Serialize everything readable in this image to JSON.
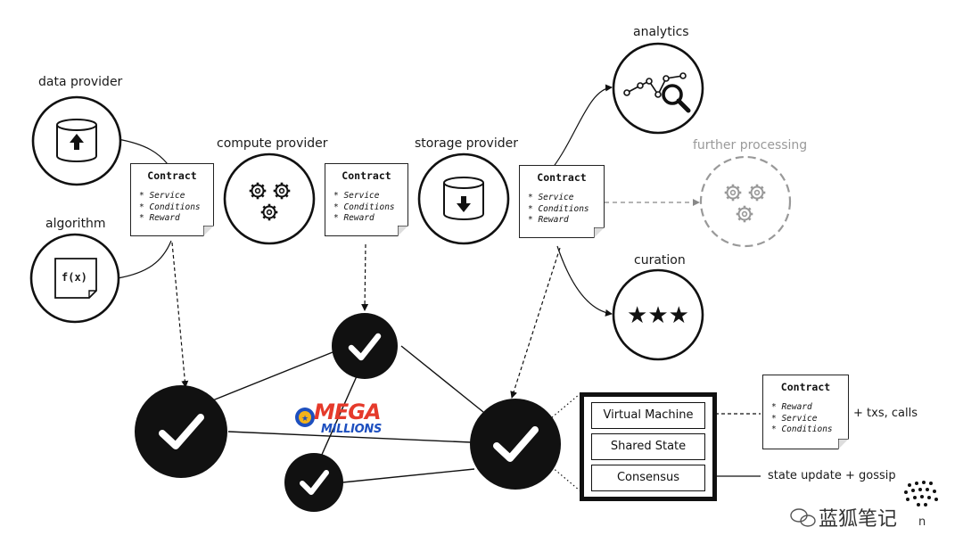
{
  "labels": {
    "data_provider": "data provider",
    "algorithm": "algorithm",
    "compute_provider": "compute provider",
    "storage_provider": "storage provider",
    "analytics": "analytics",
    "further_processing": "further processing",
    "curation": "curation"
  },
  "algorithm_symbol": "f(x)",
  "contracts": {
    "c1": {
      "title": "Contract",
      "items": [
        "* Service",
        "* Conditions",
        "* Reward"
      ]
    },
    "c2": {
      "title": "Contract",
      "items": [
        "* Service",
        "* Conditions",
        "* Reward"
      ]
    },
    "c3": {
      "title": "Contract",
      "items": [
        "* Service",
        "* Conditions",
        "* Reward"
      ]
    },
    "c4": {
      "title": "Contract",
      "items": [
        "* Reward",
        "* Service",
        "* Conditions"
      ]
    }
  },
  "vm_stack": {
    "virtual_machine": "Virtual Machine",
    "shared_state": "Shared State",
    "consensus": "Consensus"
  },
  "annotations": {
    "txs_calls": "+ txs, calls",
    "state_update": "state update + gossip"
  },
  "logo": {
    "mega": "MEGA",
    "millions": "MILLIONS"
  },
  "watermark": {
    "text": "蓝狐笔记",
    "suffix": "n"
  },
  "icons": {
    "data_provider": "upload-cylinder-icon",
    "algorithm": "function-document-icon",
    "compute_provider": "gears-icon",
    "storage_provider": "download-cylinder-icon",
    "analytics": "chart-magnifier-icon",
    "further_processing": "gears-icon",
    "curation": "three-stars-icon",
    "validator": "checkmark-icon"
  },
  "colors": {
    "ink": "#111111",
    "muted": "#9a9a9a",
    "mega_red": "#e53a2b",
    "millions_blue": "#1d4fbf",
    "mega_gold": "#f2b21a"
  }
}
